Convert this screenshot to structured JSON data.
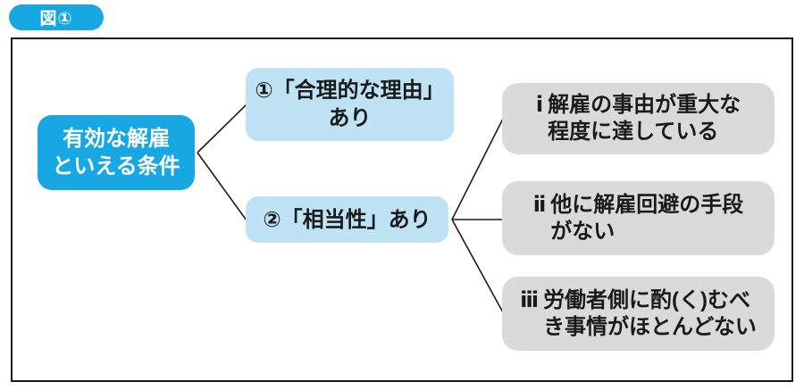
{
  "figure_label": "図①",
  "colors": {
    "cyan": "#17a7e2",
    "light_blue": "#bfe2f4",
    "gray": "#dadada",
    "ink": "#1a1a1a",
    "white": "#ffffff"
  },
  "root_node": {
    "line1": "有効な解雇",
    "line2": "といえる条件"
  },
  "conditions": [
    {
      "line1": "①「合理的な理由」",
      "line2": "あり"
    },
    {
      "label": "②「相当性」あり"
    }
  ],
  "sub_conditions": [
    {
      "numeral": "ⅰ",
      "line1": "解雇の事由が重大な",
      "line2": "程度に達している"
    },
    {
      "numeral": "ⅱ",
      "line1": "他に解雇回避の手段",
      "line2": "がない"
    },
    {
      "numeral": "ⅲ",
      "line1": "労働者側に酌(く)むべ",
      "line2": "き事情がほとんどない"
    }
  ]
}
